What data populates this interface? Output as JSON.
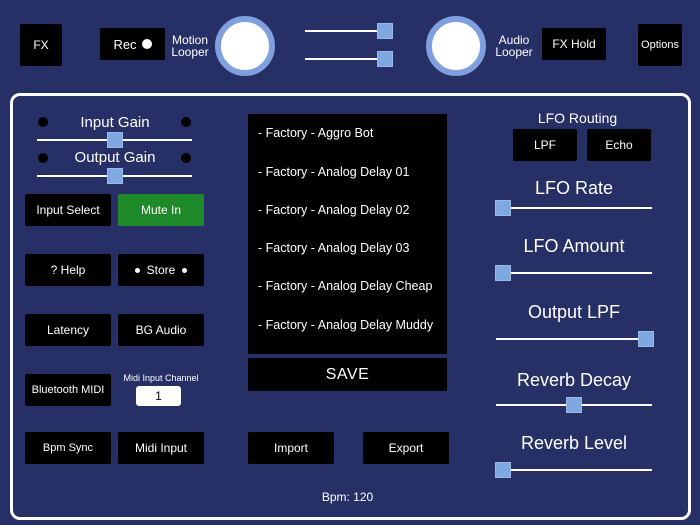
{
  "toolbar": {
    "fx": "FX",
    "rec": "Rec",
    "motion_looper_line1": "Motion",
    "motion_looper_line2": "Looper",
    "audio_looper_line1": "Audio",
    "audio_looper_line2": "Looper",
    "fx_hold": "FX Hold",
    "options": "Options",
    "top_slider_1_value": 1.0,
    "top_slider_2_value": 1.0
  },
  "gain": {
    "input_label": "Input Gain",
    "input_value": 0.5,
    "output_label": "Output Gain",
    "output_value": 0.5
  },
  "left_buttons": {
    "input_select": "Input Select",
    "mute_in": "Mute In",
    "help": "? Help",
    "store": "Store",
    "latency": "Latency",
    "bg_audio": "BG Audio",
    "bluetooth_midi": "Bluetooth MIDI",
    "midi_input_channel_label": "Midi Input Channel",
    "midi_input_channel_value": "1",
    "bpm_sync": "Bpm Sync",
    "midi_input": "Midi Input"
  },
  "presets": {
    "items": [
      "- Factory - Aggro Bot",
      "- Factory - Analog Delay 01",
      "- Factory - Analog Delay 02",
      "- Factory - Analog Delay 03",
      "- Factory - Analog Delay Cheap",
      "- Factory - Analog Delay Muddy"
    ],
    "save": "SAVE",
    "import": "Import",
    "export": "Export"
  },
  "bpm": "Bpm: 120",
  "lfo": {
    "routing_label": "LFO Routing",
    "lpf": "LPF",
    "echo": "Echo",
    "rate_label": "LFO Rate",
    "rate_value": 0.0,
    "amount_label": "LFO Amount",
    "amount_value": 0.0,
    "output_lpf_label": "Output LPF",
    "output_lpf_value": 1.0,
    "reverb_decay_label": "Reverb Decay",
    "reverb_decay_value": 0.55,
    "reverb_level_label": "Reverb Level",
    "reverb_level_value": 0.0
  },
  "colors": {
    "background": "#273066",
    "button": "#000000",
    "mute_active": "#1f8a2a",
    "knob_ring": "#7f9fde",
    "slider_thumb": "#7fa7e0"
  }
}
